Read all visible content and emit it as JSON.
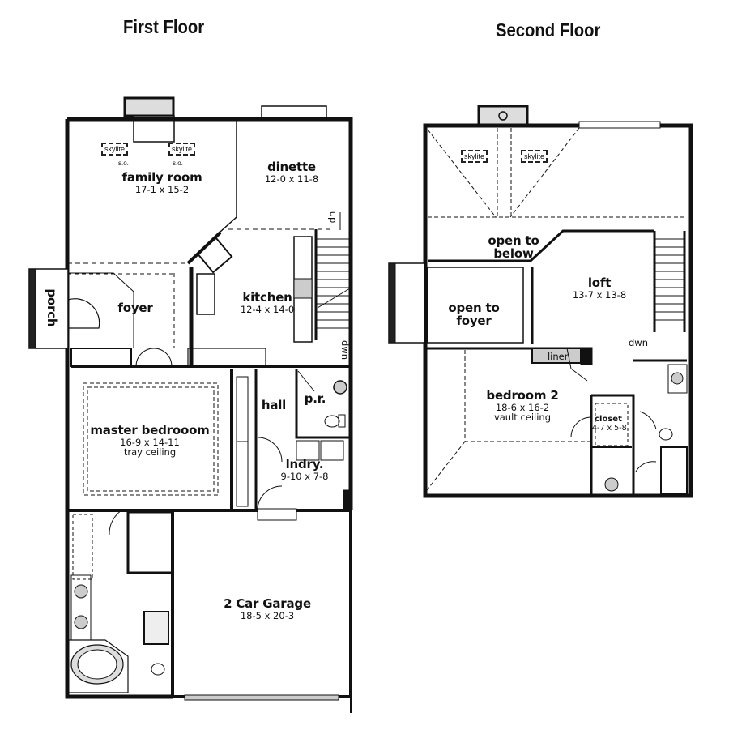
{
  "titles": {
    "first_floor": "First Floor",
    "second_floor": "Second Floor"
  },
  "first_floor": {
    "rooms": [
      {
        "id": "family_room",
        "name": "family room",
        "dims": "17-1 x 15-2"
      },
      {
        "id": "dinette",
        "name": "dinette",
        "dims": "12-0 x 11-8"
      },
      {
        "id": "kitchen",
        "name": "kitchen",
        "dims": "12-4 x 14-0"
      },
      {
        "id": "foyer",
        "name": "foyer"
      },
      {
        "id": "porch",
        "name": "porch"
      },
      {
        "id": "hall",
        "name": "hall"
      },
      {
        "id": "powder_room",
        "name": "p.r."
      },
      {
        "id": "master_bedroom",
        "name": "master bedrooom",
        "dims": "16-9 x 14-11",
        "note": "tray ceiling"
      },
      {
        "id": "laundry",
        "name": "lndry.",
        "dims": "9-10 x 7-8"
      },
      {
        "id": "garage",
        "name": "2 Car Garage",
        "dims": "18-5 x 20-3"
      }
    ],
    "annotations": {
      "skylite_1": "skylite",
      "skylite_2": "skylite",
      "so_1": "s.o.",
      "so_2": "s.o.",
      "stair_up": "up",
      "stair_down": "dwn"
    }
  },
  "second_floor": {
    "rooms": [
      {
        "id": "open_below",
        "name": "open to\nbelow"
      },
      {
        "id": "open_foyer",
        "name": "open to\nfoyer"
      },
      {
        "id": "loft",
        "name": "loft",
        "dims": "13-7 x 13-8"
      },
      {
        "id": "linen",
        "name": "linen"
      },
      {
        "id": "bedroom2",
        "name": "bedroom 2",
        "dims": "18-6 x 16-2",
        "note": "vault ceiling"
      },
      {
        "id": "closet",
        "name": "closet",
        "dims": "4-7 x 5-8"
      }
    ],
    "annotations": {
      "skylite_1": "skylite",
      "skylite_2": "skylite",
      "stair_down": "dwn"
    }
  }
}
